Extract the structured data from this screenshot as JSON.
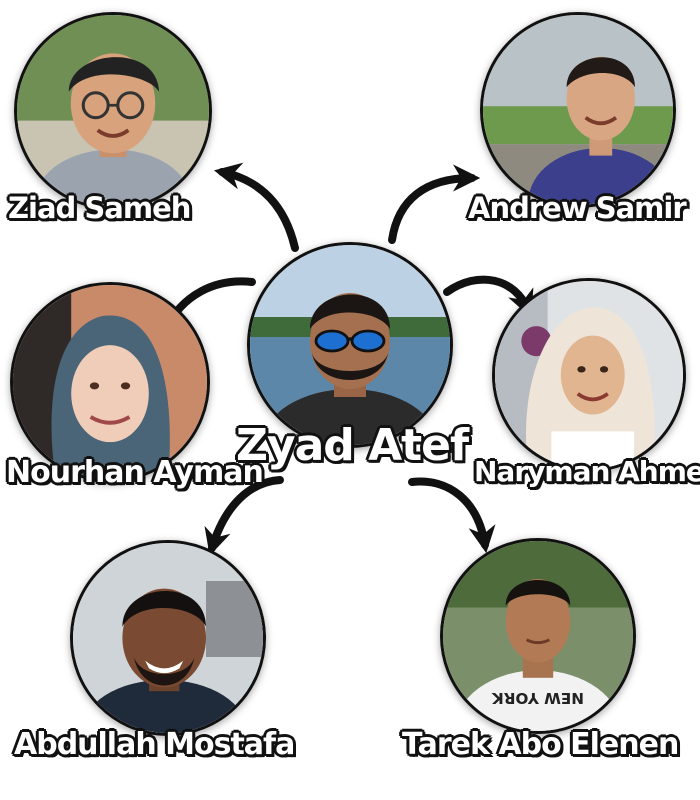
{
  "center": {
    "name": "Zyad Atef"
  },
  "members": [
    {
      "name": "Ziad Sameh"
    },
    {
      "name": "Andrew Samir"
    },
    {
      "name": "Nourhan Ayman"
    },
    {
      "name": "Naryman Ahmed"
    },
    {
      "name": "Abdullah Mostafa"
    },
    {
      "name": "Tarek Abo Elenen"
    }
  ],
  "colors": {
    "outline": "#111111",
    "text_fill": "#ffffff",
    "arrow": "#111111"
  }
}
